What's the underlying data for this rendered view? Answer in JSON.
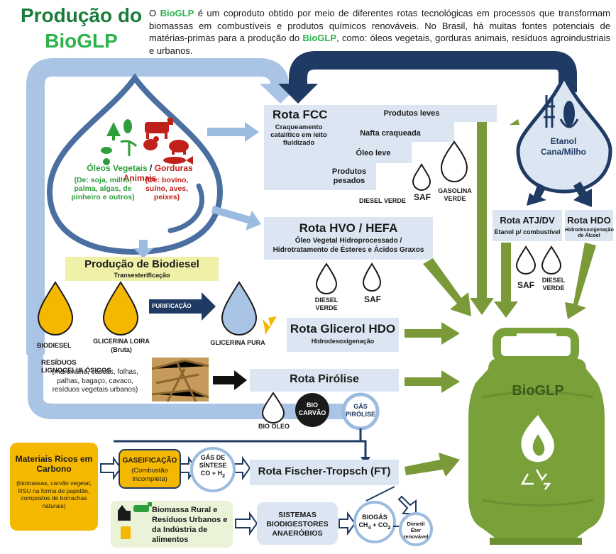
{
  "title": {
    "line1": "Produção do",
    "line2": "BioGLP"
  },
  "intro": {
    "before": "O ",
    "brand1": "BioGLP",
    "mid1": " é um coproduto obtido por meio de diferentes rotas tecnológicas em processos que transformam biomassas em combustíveis e produtos químicos renováveis. No Brasil, há muitas fontes potenciais de matérias-primas para a produção do ",
    "brand2": "BioGLP",
    "end": ", como: óleos vegetais, gorduras animais, resíduos agroindustriais e urbanos."
  },
  "drop": {
    "oleos_title": "Óleos Vegetais",
    "sep": " / ",
    "gorduras_title": "Gorduras Animais",
    "oleos_desc": "(De: soja, milho, palma, algas, de pinheiro e outros)",
    "gorduras_desc": "(De: bovino, suíno, aves, peixes)"
  },
  "fcc": {
    "title": "Rota FCC",
    "desc": "Craqueamento catalítico em leito fluidizado",
    "p1": "Produtos leves",
    "p2": "Nafta craqueada",
    "p3": "Óleo leve",
    "p4": "Produtos pesados",
    "diesel": "DIESEL VERDE",
    "saf": "SAF",
    "gasolina": "GASOLINA VERDE"
  },
  "etanol": {
    "label": "Etanol Cana/Milho"
  },
  "atj": {
    "title": "Rota ATJ/DV",
    "sub": "Etanol p/ combustível",
    "saf": "SAF",
    "diesel": "DIESEL VERDE"
  },
  "hdo": {
    "title": "Rota HDO",
    "sub": "Hidrodesoxigenação de Álcool"
  },
  "hvo": {
    "title": "Rota HVO / HEFA",
    "line1": "Óleo Vegetal Hidroprocessado /",
    "line2": "Hidrotratamento de Ésteres e Ácidos Graxos",
    "diesel": "DIESEL VERDE",
    "saf": "SAF"
  },
  "biodiesel": {
    "title": "Produção de Biodiesel",
    "sub": "Transesterificação",
    "prod1": "BIODIESEL",
    "prod2": "GLICERINA LOIRA",
    "prod2b": "(Bruta)",
    "purif": "PURIFICAÇÃO",
    "prod3": "GLICERINA PURA"
  },
  "glicerol": {
    "title": "Rota Glicerol HDO",
    "sub": "Hidrodesoxigenação"
  },
  "residuos": {
    "title": "RESÍDUOS LIGNOCELULÓSICOS",
    "desc": "(maravalha, cascas, folhas, palhas, bagaço, cavaco, resíduos vegetais urbanos)"
  },
  "pirolise": {
    "title": "Rota Pirólise",
    "bio_oleo": "BIO ÓLEO",
    "bio_carvao": "BIO CARVÃO",
    "gas": "GÁS PIRÓLISE"
  },
  "materiais": {
    "title": "Materiais Ricos em Carbono",
    "desc": "(biomassas, carvão vegetal, RSU na forma de papelão, compostos de borrachas naturais)"
  },
  "gaseificacao": {
    "title": "GASEIFICAÇÃO",
    "sub": "(Combustão Incompleta)"
  },
  "gas_sintese": {
    "l1": "GÁS DE",
    "l2": "SÍNTESE",
    "l3": "CO + H",
    "sub": "2"
  },
  "ft": {
    "title": "Rota Fischer-Tropsch (FT)"
  },
  "biomassa": {
    "title": "Biomassa Rural e Resíduos Urbanos e da Indústria de alimentos"
  },
  "biodigestores": {
    "title": "SISTEMAS BIODIGESTORES ANAERÓBIOS"
  },
  "biogas": {
    "l1": "BIOGÁS",
    "l2a": "CH",
    "s1": "4",
    "l2b": " + CO",
    "s2": "2"
  },
  "dimetil": {
    "label": "Dimetil Éter renovável"
  },
  "cylinder": {
    "label": "BioGLP"
  },
  "colors": {
    "drop_blue": "#4a6fa0",
    "light_arrow": "#9bbbe0",
    "dark_arrow": "#1f3a63",
    "green_arrow": "#7a9a3a",
    "cylinder": "#7aa03a",
    "yellow": "#f5b800"
  },
  "icons": [
    "leaf-icon",
    "cow-icon",
    "pig-icon",
    "chicken-icon",
    "fish-icon",
    "sugarcane-icon",
    "corn-icon",
    "flame-icon",
    "recycle-icon",
    "drop-icon"
  ]
}
